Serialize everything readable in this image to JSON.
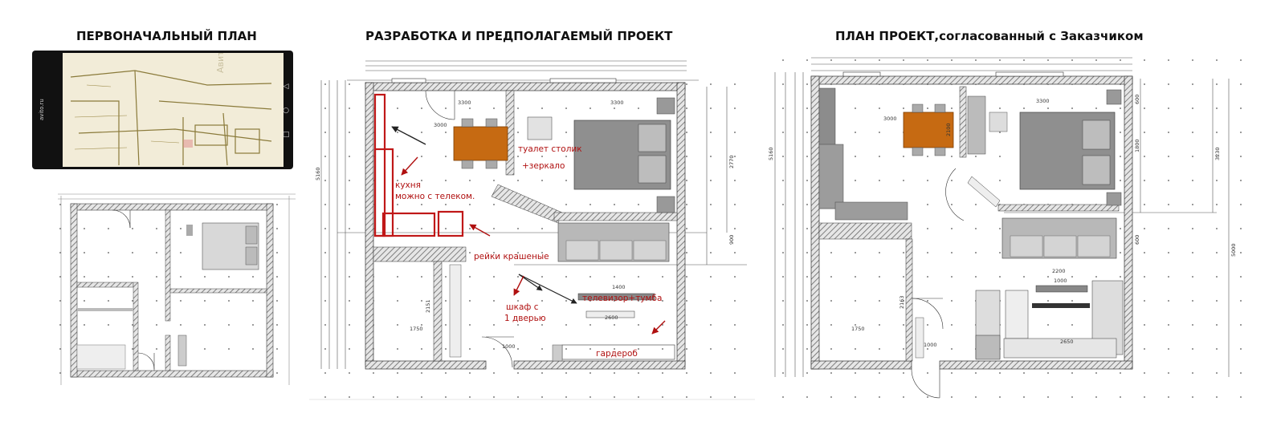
{
  "titles": {
    "original": "ПЕРВОНАЧАЛЬНЫЙ ПЛАН",
    "development": "РАЗРАБОТКА И ПРЕДПОЛАГАЕМЫЙ ПРОЕКТ",
    "approved": "ПЛАН ПРОЕКТ,согласованный с Заказчиком"
  },
  "phone": {
    "url": "avito.ru",
    "watermark": "Авито"
  },
  "annotations": {
    "kitchen": "кухня",
    "kitchen_tv": "можно с телеком.",
    "toilet_table": "туалет столик",
    "mirror": "+зеркало",
    "rails": "рейки крашеные",
    "tv_stand": "телевизор+тумба",
    "wardrobe_door_1": "шкаф с",
    "wardrobe_door_2": "1 дверью",
    "wardrobe": "гардероб"
  },
  "dimensions": {
    "mid": {
      "top": "3300",
      "kitchen": "3000",
      "left_h": "5160",
      "right_h": "2770",
      "sofa": "900",
      "tv": "1400",
      "tv2": "2600",
      "bath_w": "1750",
      "bath_h": "2151",
      "door": "1000"
    },
    "right": {
      "top": "3300",
      "kitchen": "3000",
      "left_h": "5160",
      "right_h": "3230",
      "top_r": "600",
      "bed": "1800",
      "sofa_r": "600",
      "tv": "1000",
      "tv_w": "2200",
      "bath_w": "1750",
      "bath_h": "2163",
      "door": "1000",
      "total_h": "5000"
    }
  },
  "colors": {
    "wall_hatch": "#555555",
    "furniture": "#9a9a9a",
    "table": "#c66a12",
    "annotation": "#b01010"
  }
}
